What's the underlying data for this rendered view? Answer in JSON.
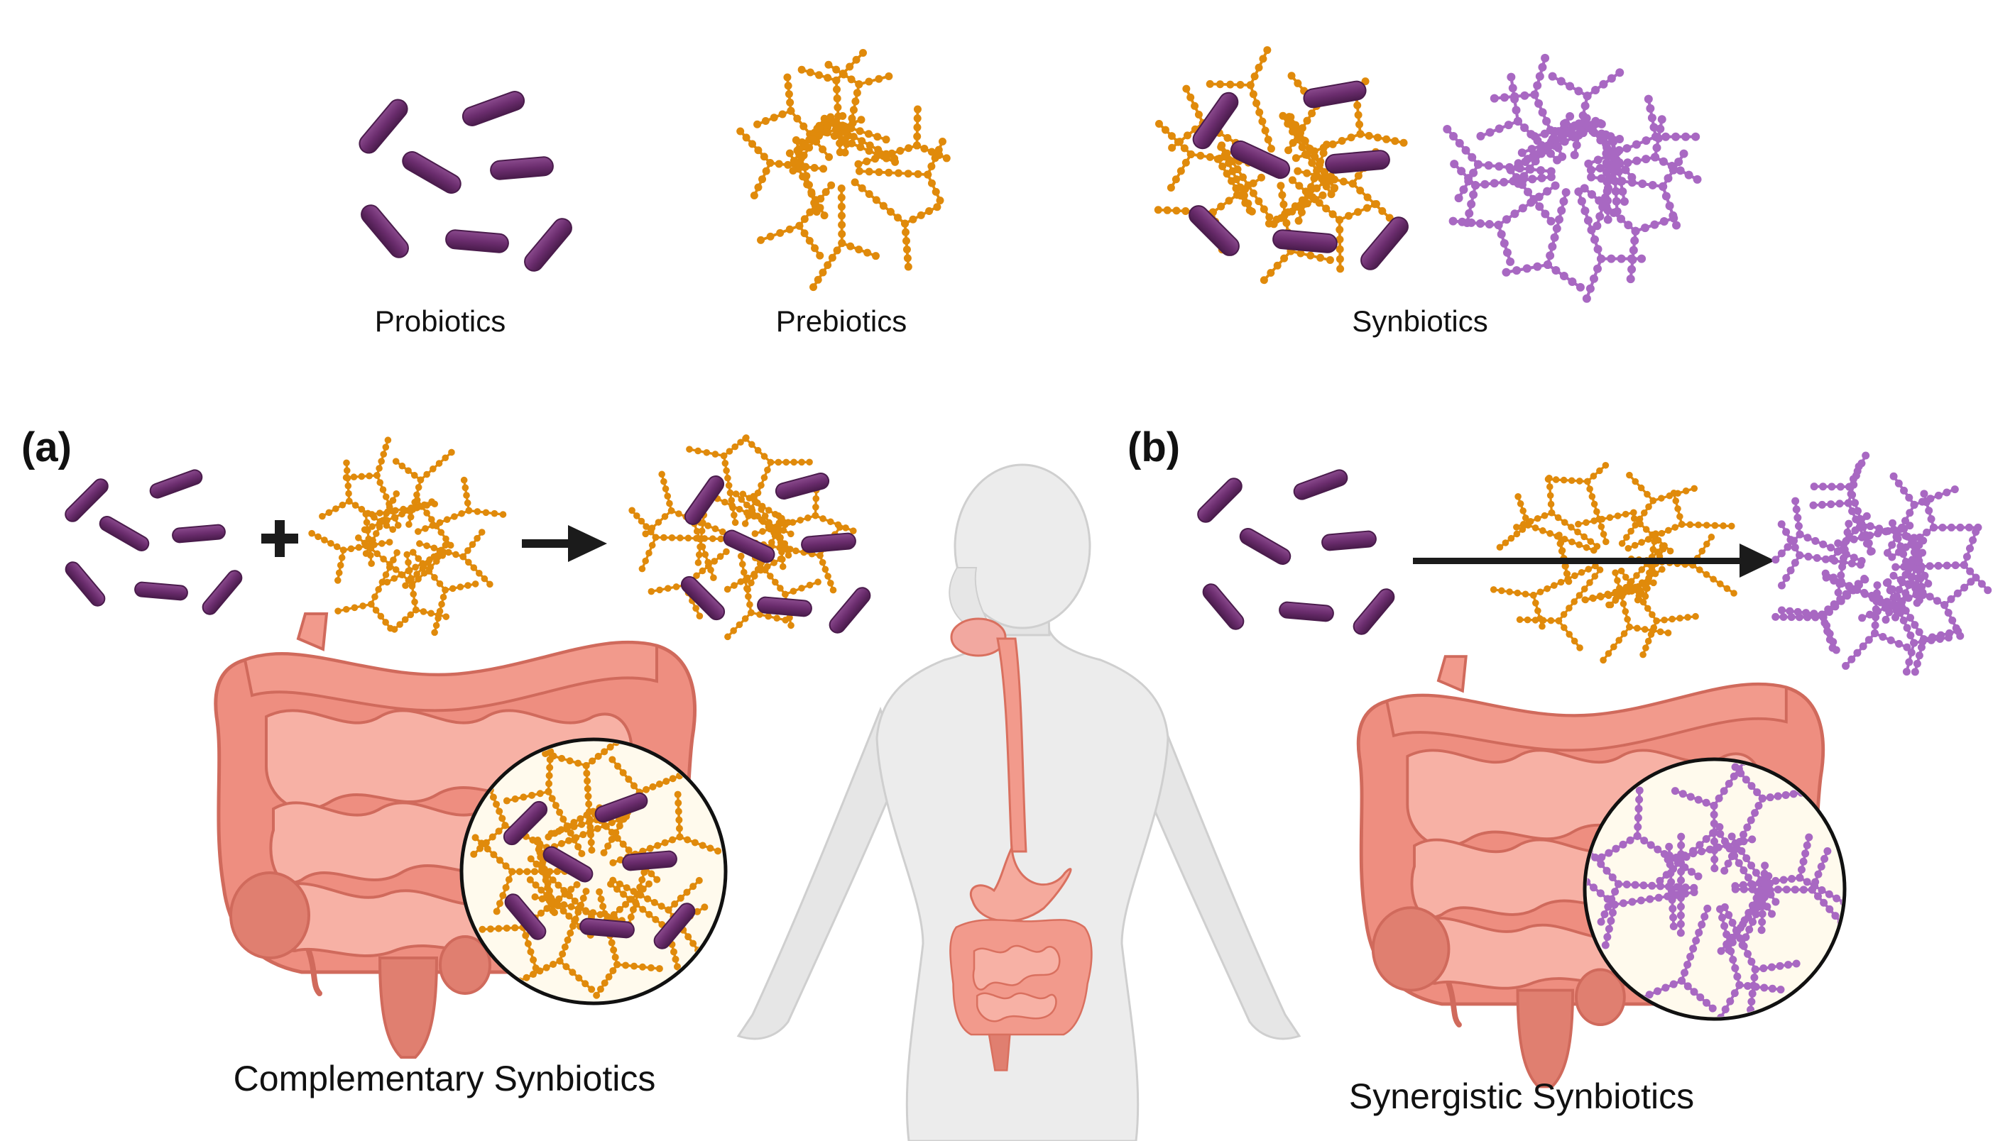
{
  "top_row": {
    "probiotics_label": "Probiotics",
    "prebiotics_label": "Prebiotics",
    "synbiotics_label": "Synbiotics"
  },
  "panel_a": {
    "letter": "(a)",
    "caption": "Complementary Synbiotics"
  },
  "panel_b": {
    "letter": "(b)",
    "caption": "Synergistic Synbiotics"
  },
  "colors": {
    "probiotic_rod": "#6b2d6e",
    "probiotic_rod_dark": "#4a1c4c",
    "prebiotic_chain": "#e08a0b",
    "synergistic_chain": "#a868c2",
    "intestine": "#f29a8c",
    "intestine_dark": "#d9705f",
    "body": "#e9e9e9",
    "zoom_circle_fill": "#fffaed",
    "arrow": "#1b1b1b"
  },
  "icons": [
    "probiotic-rod-icon",
    "prebiotic-chain-icon",
    "synergistic-chain-icon",
    "intestine-icon",
    "human-body-icon",
    "plus-icon",
    "arrow-icon",
    "zoom-circle-icon"
  ]
}
